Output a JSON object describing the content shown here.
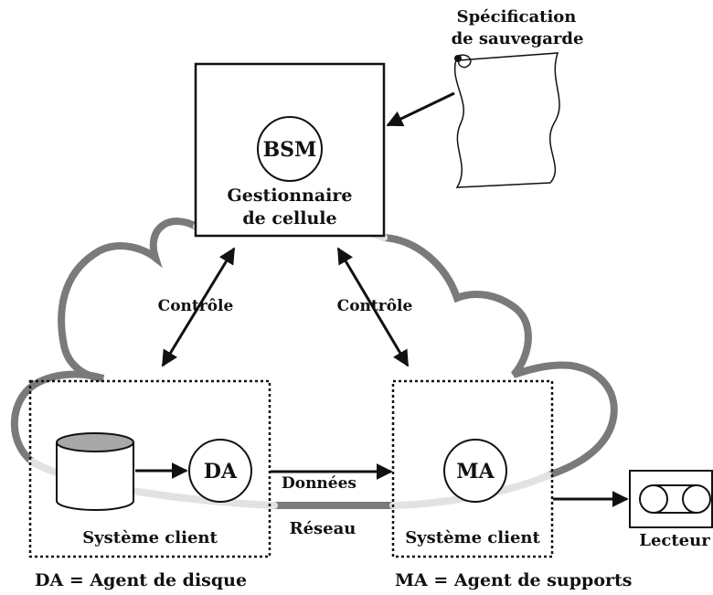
{
  "spec": {
    "line1": "Spécification",
    "line2": "de sauvegarde"
  },
  "cell_manager": {
    "circle": "BSM",
    "line1": "Gestionnaire",
    "line2": "de cellule"
  },
  "links": {
    "control_left": "Contrôle",
    "control_right": "Contrôle",
    "data": "Données",
    "network": "Réseau"
  },
  "client_left": {
    "agent": "DA",
    "label": "Système client"
  },
  "client_right": {
    "agent": "MA",
    "label": "Système client"
  },
  "drive": {
    "label": "Lecteur"
  },
  "legend": {
    "da": "DA = Agent de disque",
    "ma": "MA = Agent de supports"
  },
  "colors": {
    "cloud_dark": "#7a7a7a",
    "cloud_light": "#e2e2e2",
    "disk_top": "#a8a8a8",
    "ink": "#111111"
  }
}
